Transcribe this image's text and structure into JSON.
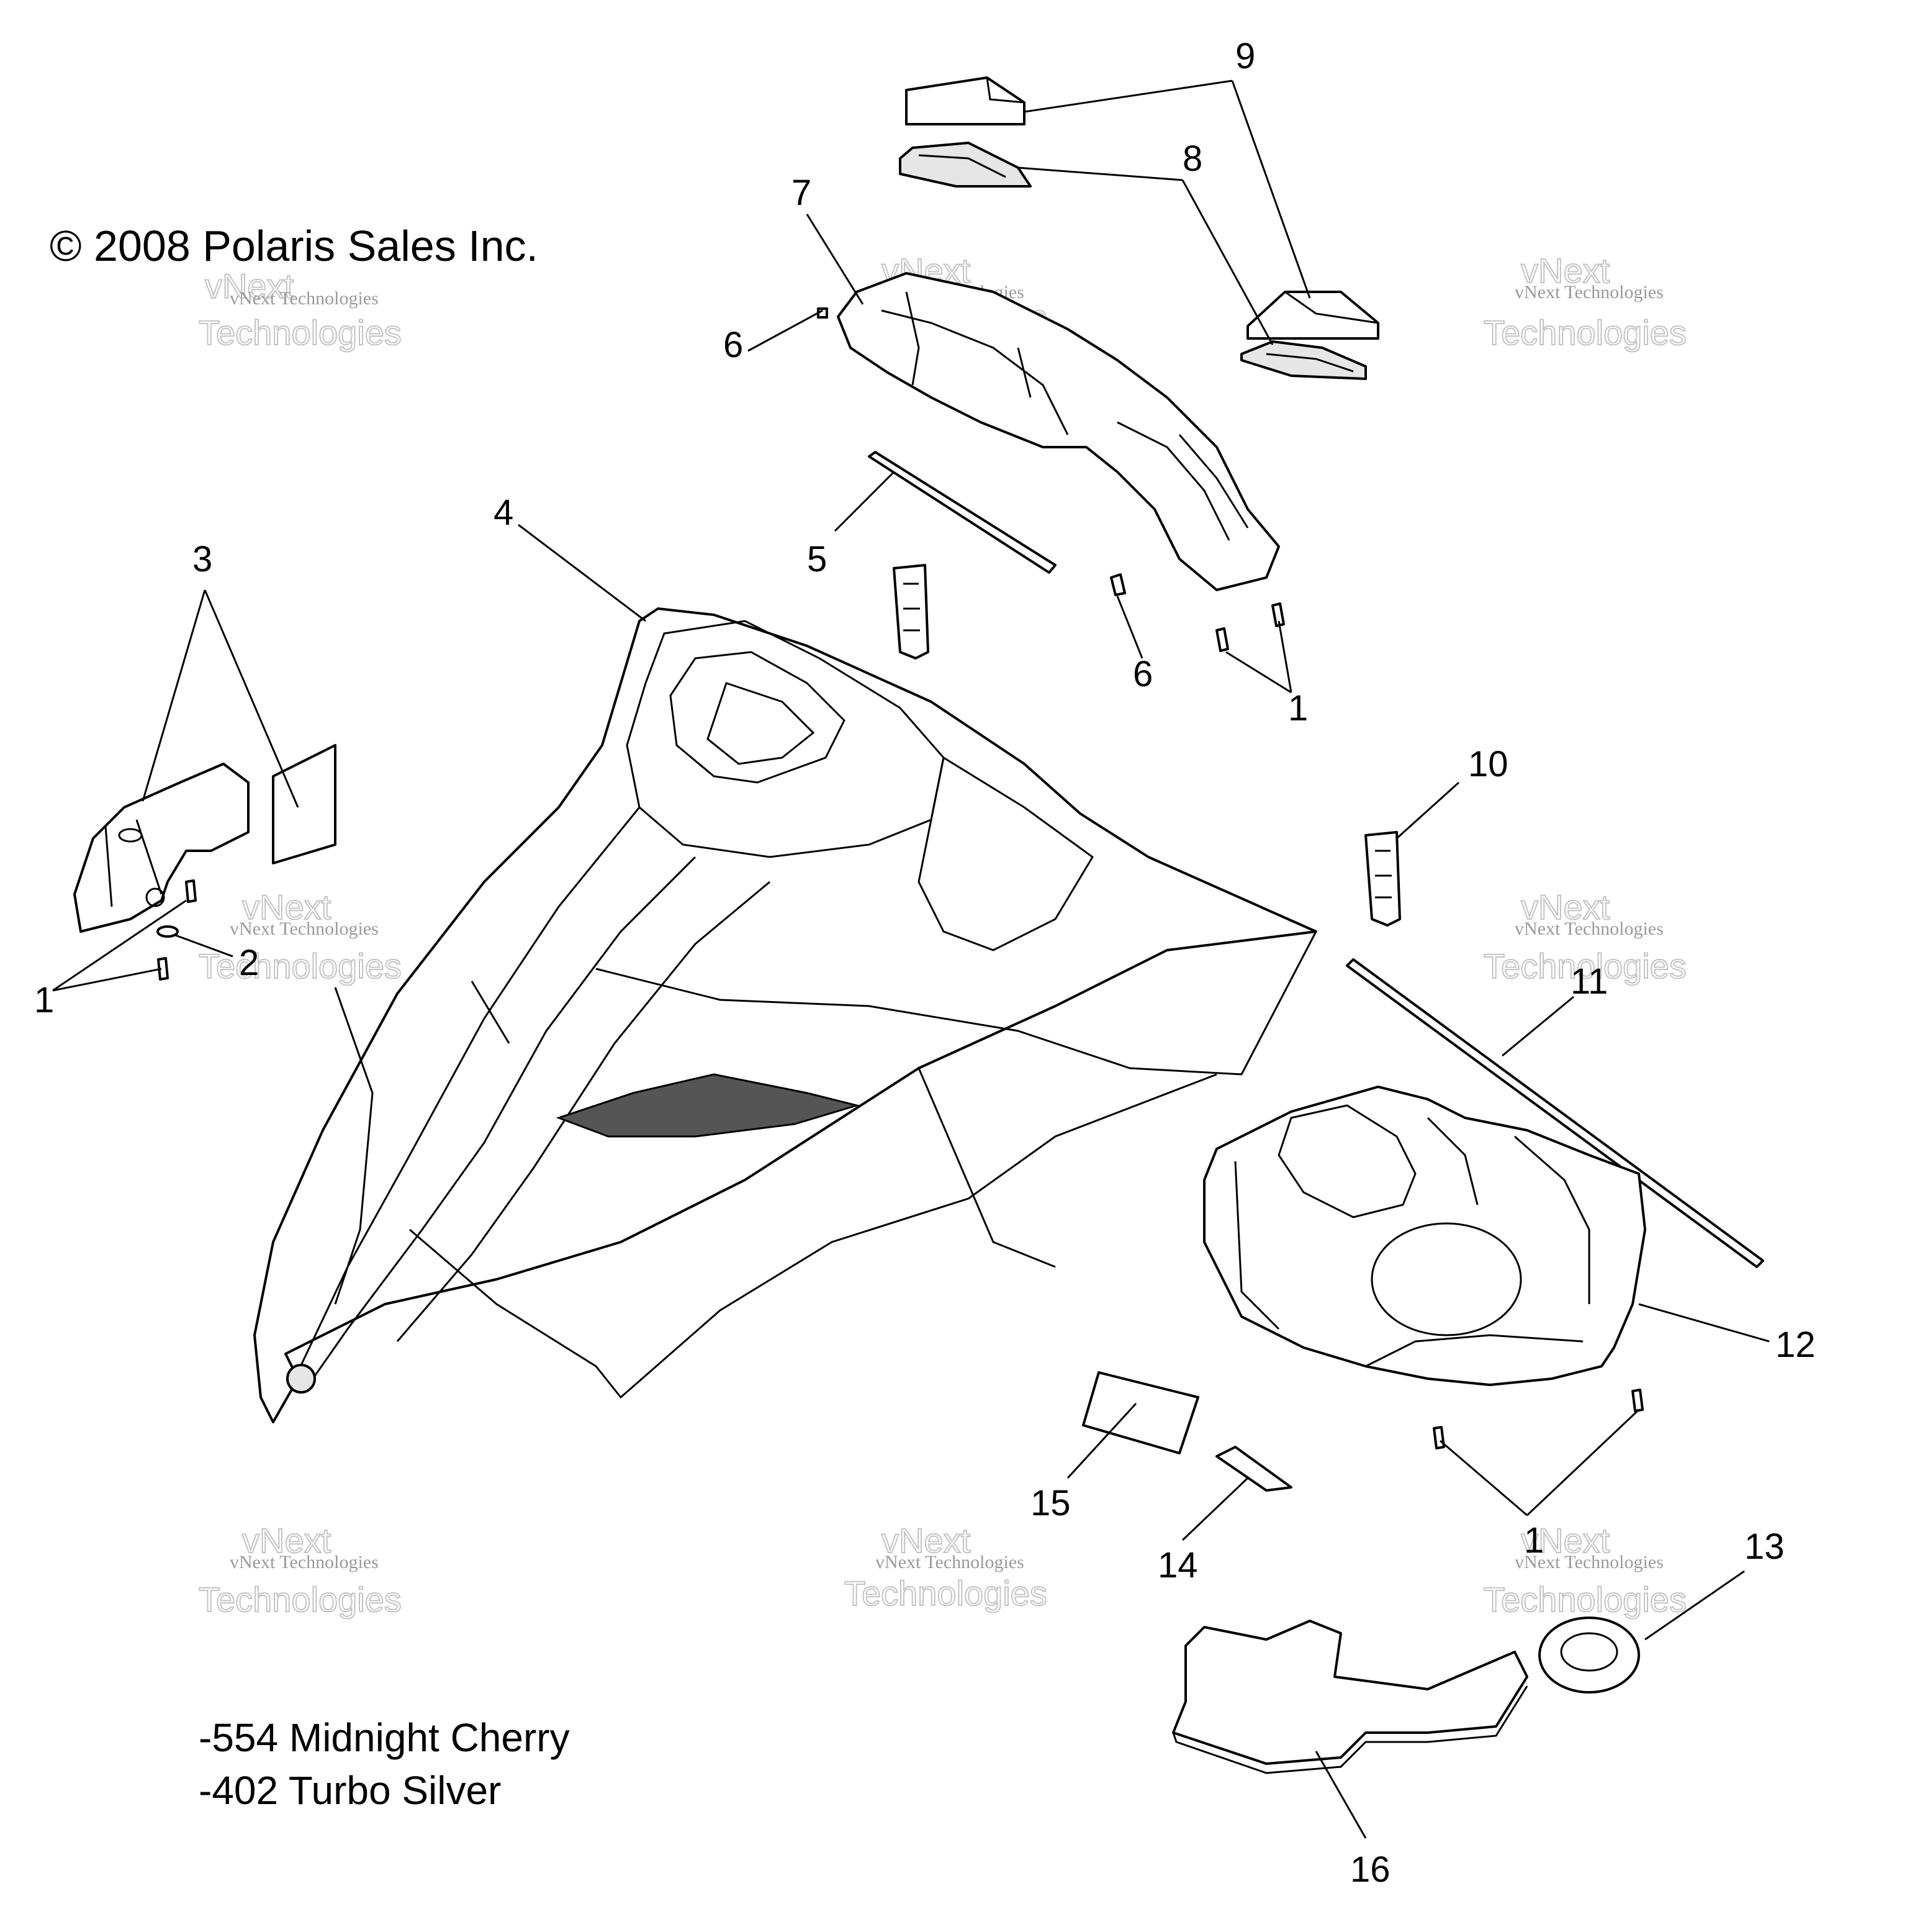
{
  "copyright": "© 2008 Polaris Sales Inc.",
  "color_codes": [
    "-554 Midnight Cherry",
    "-402 Turbo Silver"
  ],
  "watermark": {
    "small": "vNext Technologies",
    "big_line1": "vNext",
    "big_line2": "Technologies"
  },
  "callouts": {
    "c9": "9",
    "c8": "8",
    "c7": "7",
    "c6a": "6",
    "c6b": "6",
    "c5": "5",
    "c4": "4",
    "c3": "3",
    "c2": "2",
    "c1a": "1",
    "c1b": "1",
    "c1c": "1",
    "c10": "10",
    "c11": "11",
    "c12": "12",
    "c13": "13",
    "c14": "14",
    "c15": "15",
    "c16": "16"
  }
}
